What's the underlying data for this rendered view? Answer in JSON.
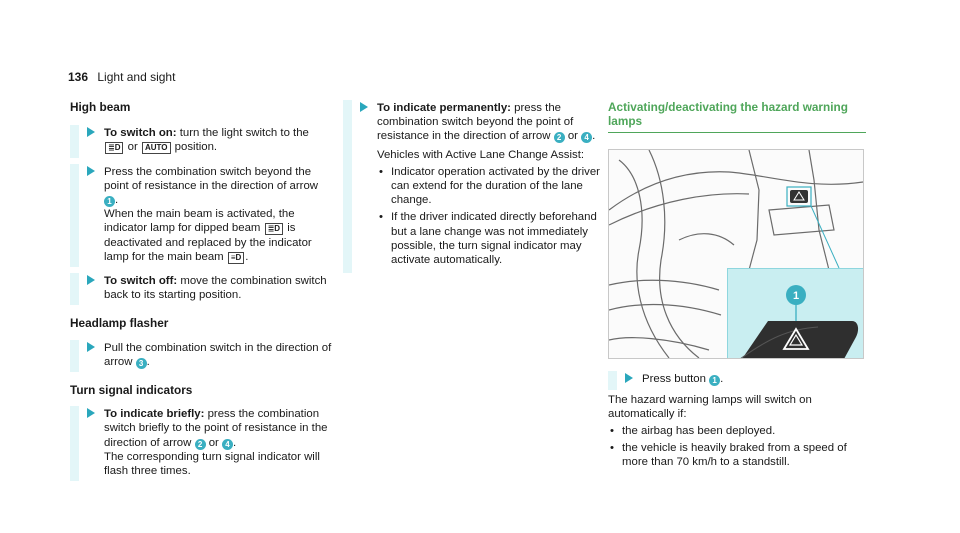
{
  "header": {
    "page_number": "136",
    "section": "Light and sight"
  },
  "col1": {
    "high_beam": {
      "title": "High beam",
      "switch_on_label": "To switch on:",
      "switch_on_text_a": "turn the light switch to the",
      "or_text": "or",
      "switch_on_text_b": "position.",
      "press_text": "Press the combination switch beyond the point of resistance in the direction of arrow",
      "num1": "1",
      "when_text": "When the main beam is activated, the indicator lamp for dipped beam",
      "deact_text": "is deactivated and replaced by the indicator lamp for the main beam",
      "switch_off_label": "To switch off:",
      "switch_off_text": "move the combination switch back to its starting position."
    },
    "flasher": {
      "title": "Headlamp flasher",
      "text": "Pull the combination switch in the direction of arrow",
      "num": "3"
    },
    "turn": {
      "title": "Turn signal indicators",
      "label": "To indicate briefly:",
      "text_a": "press the combination switch briefly to the point of resistance in the direction of arrow",
      "num2": "2",
      "or_text": "or",
      "num4": "4",
      "text_b": "The corresponding turn signal indicator will flash three times."
    }
  },
  "col2": {
    "label": "To indicate permanently:",
    "text_a": "press the combination switch beyond the point of resistance in the direction of arrow",
    "num2": "2",
    "or_text": "or",
    "num4": "4",
    "assist_intro": "Vehicles with Active Lane Change Assist:",
    "bullets": [
      "Indicator operation activated by the driver can extend for the duration of the lane change.",
      "If the driver indicated directly beforehand but a lane change was not immediately possible, the turn signal indicator may activate automatically."
    ]
  },
  "col3": {
    "title": "Activating/deactivating the hazard warning lamps",
    "figure_callout": "1",
    "press_text": "Press button",
    "press_num": "1",
    "auto_text": "The hazard warning lamps will switch on automatically if:",
    "bullets": [
      "the airbag has been deployed.",
      "the vehicle is heavily braked from a speed of more than 70 km/h to a standstill."
    ]
  },
  "symbols": {
    "dipped_beam": "≣D",
    "auto": "AUTO",
    "main_beam": "≡D"
  },
  "colors": {
    "accent_teal": "#2aa7bc",
    "step_bar": "#e3f6f8",
    "heading_green": "#4fa65a",
    "inset_bg": "#c9eef1"
  }
}
